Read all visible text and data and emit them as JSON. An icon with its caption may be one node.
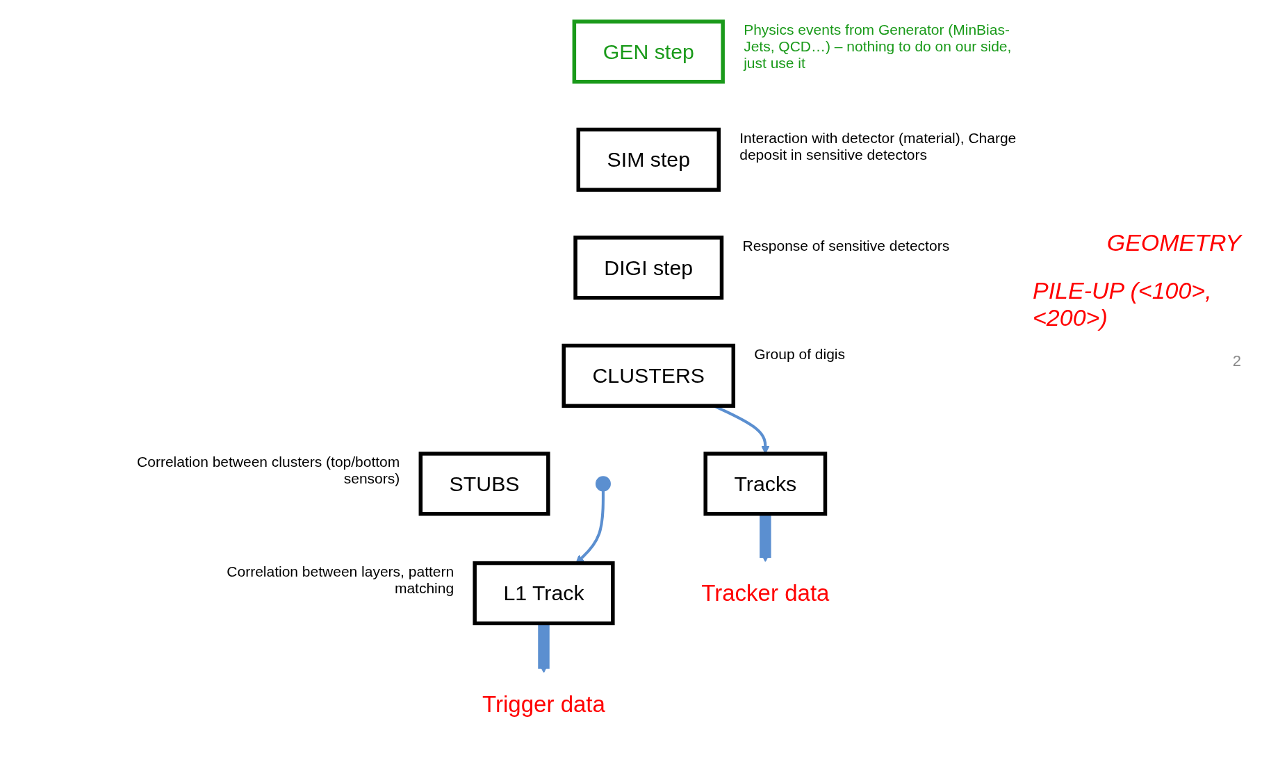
{
  "diagram": {
    "nodes": [
      {
        "text": [
          "GEN step"
        ],
        "beside": [
          "Physics events from Generator (MinBias- Jets, QCD…) – nothing to do on our side, just use it"
        ]
      },
      {
        "text": [
          "SIM step"
        ],
        "beside": [
          "Interaction with detector (material), Charge deposit in sensitive detectors"
        ]
      },
      {
        "text": [
          "DIGI step"
        ],
        "beside": [
          "Response of sensitive detectors"
        ]
      },
      {
        "text": [
          "CLUSTERS"
        ],
        "beside": [
          "Group of digis"
        ]
      },
      {
        "text": [
          "STUBS"
        ],
        "beside": [
          "Correlation between clusters (top/bottom sensors)"
        ]
      },
      {
        "text": [
          "L1 Track"
        ],
        "beside": [
          "Correlation between layers, pattern matching"
        ]
      },
      {
        "text": [
          "Tracks"
        ]
      },
      {
        "text": [
          "Trigger data"
        ]
      },
      {
        "text": [
          "Tracker data"
        ]
      }
    ],
    "edges": [
      {
        "from": null,
        "to": 5,
        "arrow": "to"
      },
      {
        "from": 3,
        "to": 6,
        "arrow": "to"
      },
      {
        "from": 5,
        "to": 7,
        "arrow": "to",
        "style": "thick"
      },
      {
        "from": 6,
        "to": 8,
        "arrow": "to",
        "style": "thick"
      }
    ],
    "labels": [
      "GEOMETRY",
      "PILE-UP (<100>, <200>)",
      "2"
    ]
  }
}
